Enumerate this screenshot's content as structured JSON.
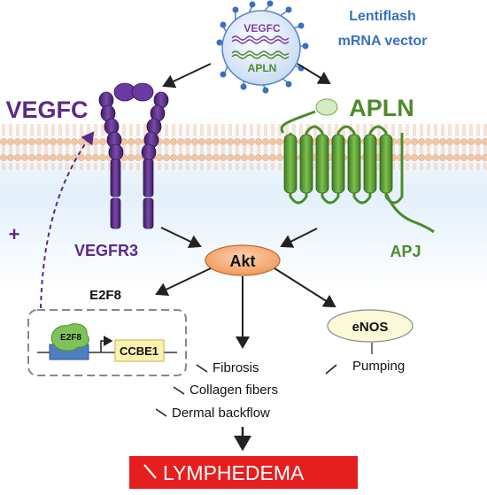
{
  "virus": {
    "gene1": "VEGFC",
    "gene2": "APLN",
    "vector_line1": "Lentiflash",
    "vector_line2": "mRNA vector"
  },
  "ligands": {
    "left": "VEGFC",
    "right": "APLN"
  },
  "receptors": {
    "left": "VEGFR3",
    "right": "APJ"
  },
  "signaling": {
    "akt": "Akt",
    "e2f8": "E2F8",
    "enos": "eNOS",
    "plus": "+"
  },
  "gene_box": {
    "factor": "E2F8",
    "gene": "CCBE1"
  },
  "effects": {
    "fibrosis": "Fibrosis",
    "collagen": "Collagen fibers",
    "backflow": "Dermal backflow",
    "pumping": "Pumping"
  },
  "outcome": {
    "label": "LYMPHEDEMA"
  },
  "colors": {
    "vegfc": "#5b2a86",
    "apln": "#4e8a2c",
    "vector_text": "#3a6fc4",
    "akt_fill": "#f6b17e",
    "enos_fill": "#fbf9d8",
    "ccbe1_fill": "#fbf2b0",
    "outcome_red": "#e61e1e",
    "membrane": "#f1c7a6"
  }
}
